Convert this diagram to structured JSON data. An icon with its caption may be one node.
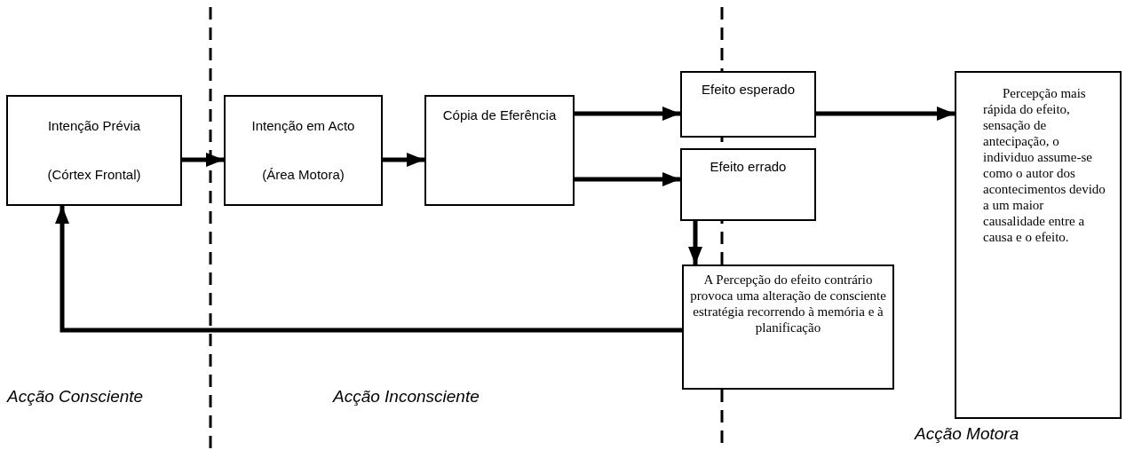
{
  "diagram": {
    "nodes": [
      {
        "text": [
          "Intenção Prévia",
          "(Córtex Frontal)"
        ]
      },
      {
        "text": [
          "Intenção em Acto",
          "(Área Motora)"
        ]
      },
      {
        "text": [
          "Cópia de Eferência"
        ]
      },
      {
        "text": [
          "Efeito esperado"
        ]
      },
      {
        "text": [
          "Efeito errado"
        ]
      },
      {
        "text": [
          "A Percepção do efeito contrário provoca uma alteração de consciente estratégia recorrendo à memória e à planificação"
        ]
      },
      {
        "text": [
          "Percepção mais rápida do efeito, sensação de antecipação, o individuo assume-se como o autor dos acontecimentos devido a um maior causalidade entre a causa e o efeito."
        ]
      }
    ],
    "edges": [
      {
        "from": 0,
        "to": 1,
        "arrow": "to"
      },
      {
        "from": 1,
        "to": 2,
        "arrow": "to"
      },
      {
        "from": 2,
        "to": 3,
        "arrow": "to"
      },
      {
        "from": 2,
        "to": 4,
        "arrow": "to"
      },
      {
        "from": 3,
        "to": 6,
        "arrow": "to"
      },
      {
        "from": 4,
        "to": 5,
        "arrow": "to"
      },
      {
        "from": 5,
        "to": 0,
        "arrow": "to"
      }
    ],
    "labels": [
      "Acção Consciente",
      "Acção Inconsciente",
      "Acção Motora"
    ]
  }
}
